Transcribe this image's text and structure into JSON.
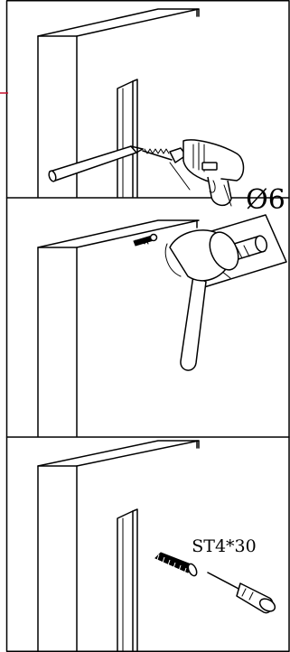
{
  "steps": [
    {
      "id": "drill",
      "label": "Ø6"
    },
    {
      "id": "anchor",
      "label": ""
    },
    {
      "id": "screw",
      "label": "ST4*30"
    }
  ],
  "colors": {
    "line": "#000000",
    "accent": "#c8102e",
    "background": "#ffffff"
  },
  "icons": [
    "drill-icon",
    "pencil-icon",
    "wall-anchor-icon",
    "hammer-icon",
    "screw-icon",
    "screwdriver-icon",
    "wall-profile-icon"
  ]
}
